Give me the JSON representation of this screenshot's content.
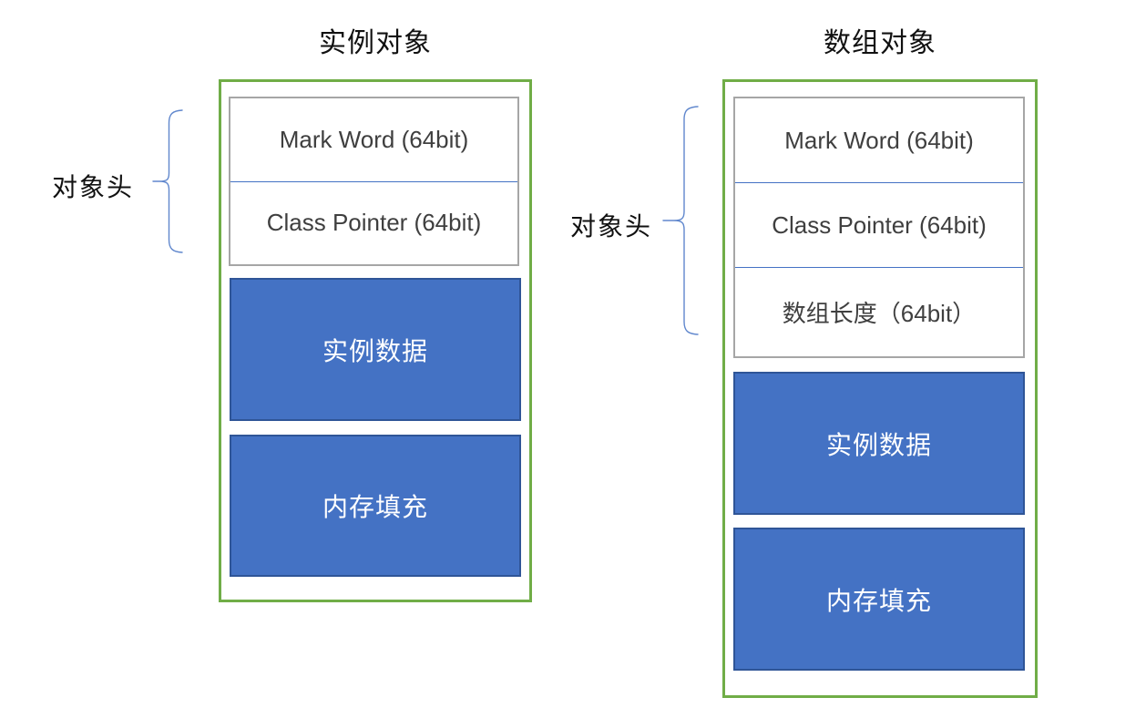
{
  "panels": [
    {
      "title": "实例对象",
      "brace_label": "对象头",
      "header_cells": [
        "Mark Word (64bit)",
        "Class Pointer (64bit)"
      ],
      "data_cells": [
        "实例数据",
        "内存填充"
      ]
    },
    {
      "title": "数组对象",
      "brace_label": "对象头",
      "header_cells": [
        "Mark Word (64bit)",
        "Class Pointer (64bit)",
        "数组长度（64bit）"
      ],
      "data_cells": [
        "实例数据",
        "内存填充"
      ]
    }
  ],
  "colors": {
    "container_border": "#70AD47",
    "header_border": "#A6A6A6",
    "header_divider": "#4472C4",
    "block_fill": "#4472C4",
    "block_border": "#2F5597",
    "brace_color": "#4472C4",
    "text_dark": "#3F3F3F",
    "text_black": "#111111"
  }
}
